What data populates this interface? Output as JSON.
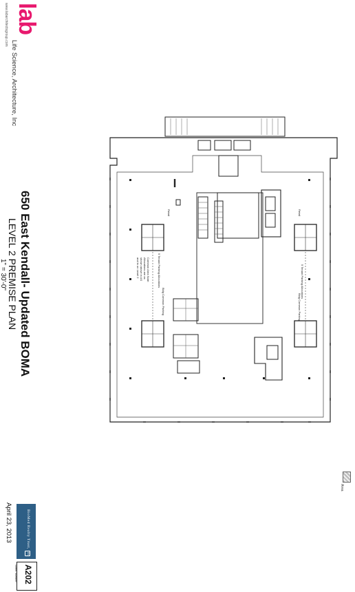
{
  "firm": {
    "logo": "lab",
    "name": "Life Science, Architecture, Inc",
    "url": "www.labarchitectsgroup.com"
  },
  "drawing": {
    "title": "650 East Kendall- Updated BOMA",
    "subtitle": "LEVEL 2 PREMISE PLAN",
    "scale": "1\" = 30'-0\"",
    "date": "April 23, 2013"
  },
  "legend": {
    "area_label": "Area"
  },
  "owner": {
    "name": "BioMed Realty Trust, Inc"
  },
  "sheet": {
    "number": "A202",
    "sub_label": "Sheet Number"
  },
  "plan": {
    "labels": {
      "retail_left": "Retail",
      "retail_right": "Retail",
      "tenant_parking_left": "5 Tenant Parking Allocations",
      "bldg_common_left": "Bldg Common Parking",
      "tenant_parking_right": "5 Tenant Parking Allocations",
      "bldg_common_right": "Bldg Common Parking",
      "notes_line1": "Common Area Note:",
      "notes_line2": "Allocations are as",
      "notes_line3": "shown above in AS",
      "notes_line4": "and in on Level 2"
    }
  }
}
